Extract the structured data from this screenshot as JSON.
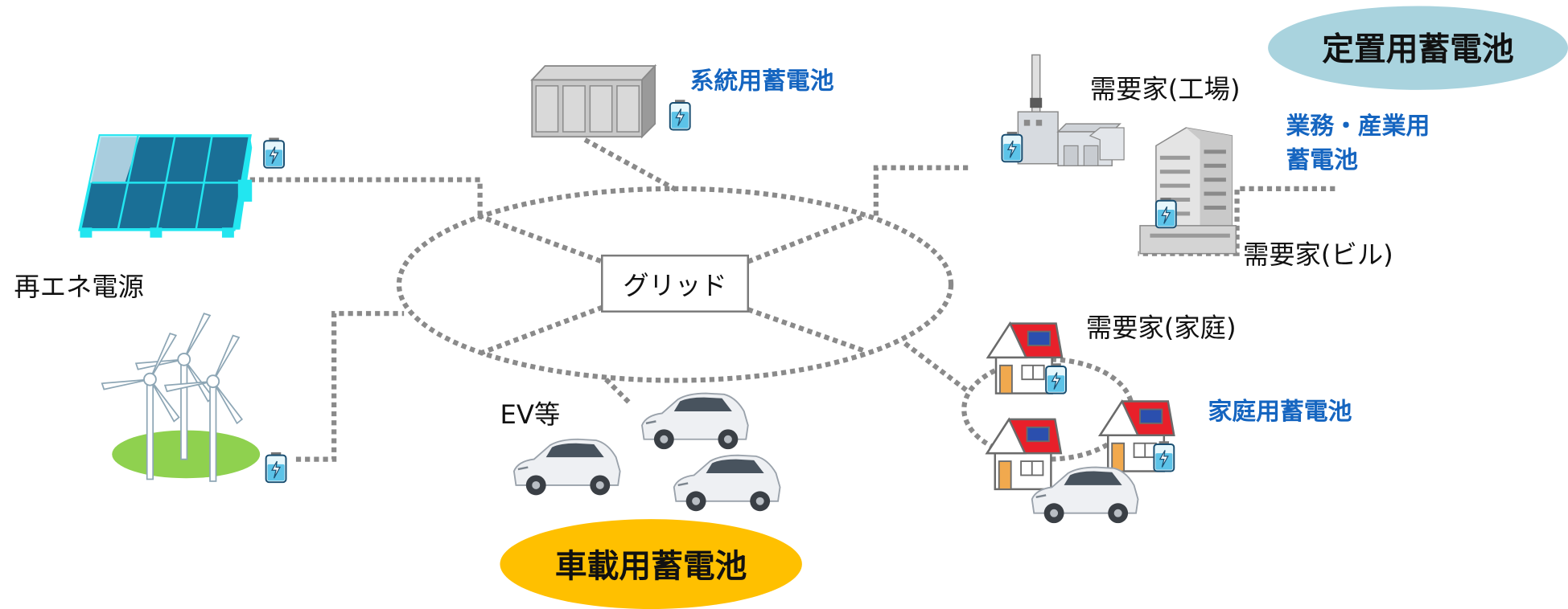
{
  "labels": {
    "renewable": "再エネ電源",
    "grid": "グリッド",
    "grid_battery": "系統用蓄電池",
    "factory": "需要家(工場)",
    "business_battery_line1": "業務・産業用",
    "business_battery_line2": "蓄電池",
    "building": "需要家(ビル)",
    "household": "需要家(家庭)",
    "home_battery": "家庭用蓄電池",
    "ev": "EV等",
    "onboard_battery": "車載用蓄電池",
    "stationary_battery": "定置用蓄電池"
  },
  "colors": {
    "blue_label": "#1565c0",
    "onboard_badge": "#ffc000",
    "stationary_badge": "#a9d3de",
    "connector": "#8a8a8a",
    "roof": "#e8202a",
    "panel": "#1a6f96",
    "panel_edge": "#22e6f0",
    "grass": "#8fd14f"
  },
  "icons": [
    "solar-panel-icon",
    "wind-turbine-icon",
    "server-rack-icon",
    "factory-icon",
    "office-building-icon",
    "house-icon",
    "electric-car-icon",
    "battery-icon"
  ]
}
